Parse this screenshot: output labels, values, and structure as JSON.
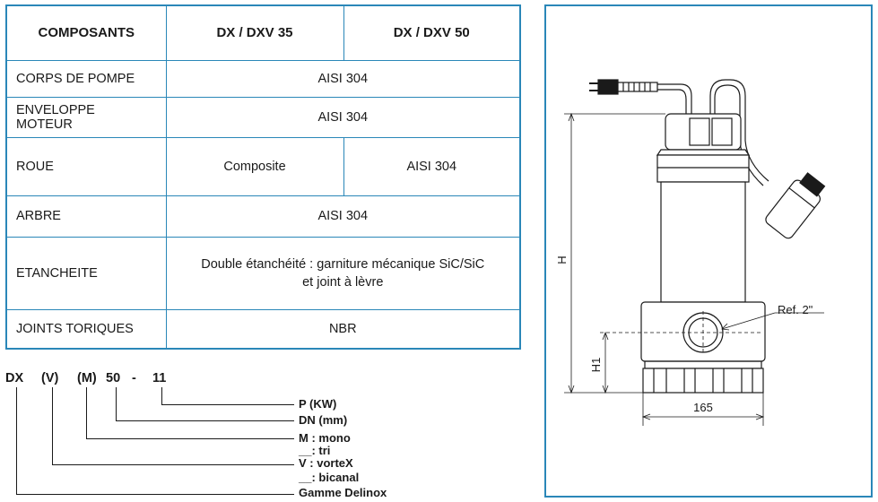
{
  "table": {
    "headers": [
      "COMPOSANTS",
      "DX / DXV 35",
      "DX / DXV 50"
    ],
    "rows": {
      "corps_label": "CORPS DE POMPE",
      "corps_value": "AISI 304",
      "enveloppe_label_line1": "ENVELOPPE",
      "enveloppe_label_line2": "MOTEUR",
      "enveloppe_value": "AISI 304",
      "roue_label": "ROUE",
      "roue_value_35": "Composite",
      "roue_value_50": "AISI 304",
      "arbre_label": "ARBRE",
      "arbre_value": "AISI 304",
      "etancheite_label": "ETANCHEITE",
      "etancheite_value_line1": "Double étanchéité  : garniture mécanique SiC/SiC",
      "etancheite_value_line2": "et joint à lèvre",
      "joints_label": "JOINTS TORIQUES",
      "joints_value": "NBR"
    }
  },
  "code_legend": {
    "parts": [
      "DX",
      "(V)",
      "(M)",
      "50",
      "-",
      "11"
    ],
    "items": {
      "p_kw": "P (KW)",
      "dn_mm": "DN (mm)",
      "m_mono": "M : mono",
      "tri": "__: tri",
      "v_vortex": "V : vorteX",
      "bicanal": "__: bicanal",
      "gamme": "Gamme Delinox"
    }
  },
  "drawing": {
    "ref_label": "Ref. 2\"",
    "height_label": "H",
    "h1_label": "H1",
    "width_label": "165"
  }
}
